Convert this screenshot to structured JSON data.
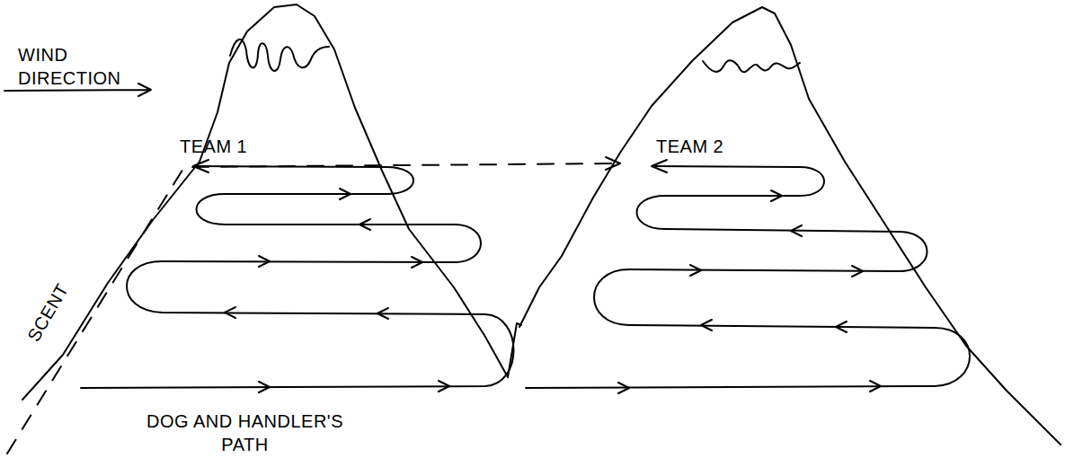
{
  "diagram": {
    "labels": [
      "WIND DIRECTION",
      "TEAM 1",
      "TEAM 2",
      "SCENT",
      "DOG AND HANDLER'S PATH"
    ]
  }
}
